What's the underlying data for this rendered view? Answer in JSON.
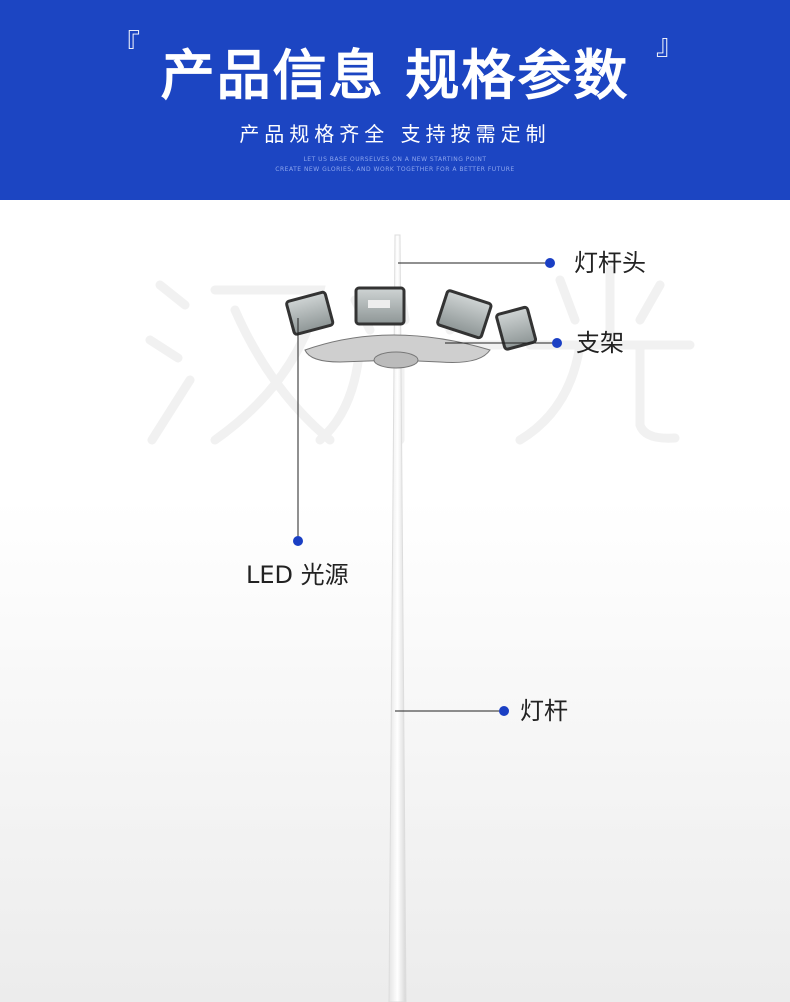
{
  "header": {
    "bracket_left": "『",
    "bracket_right": "』",
    "title": "产品信息 规格参数",
    "subtitle": "产品规格齐全 支持按需定制",
    "en_line1": "LET US BASE OURSELVES ON A NEW STARTING POINT",
    "en_line2": "CREATE NEW GLORIES, AND WORK TOGETHER FOR A BETTER FUTURE"
  },
  "watermark": "汉光",
  "labels": {
    "head": "灯杆头",
    "bracket": "支架",
    "led": "LED 光源",
    "pole": "灯杆"
  },
  "colors": {
    "header_bg": "#1c45c2",
    "dot": "#1a3fc4"
  }
}
